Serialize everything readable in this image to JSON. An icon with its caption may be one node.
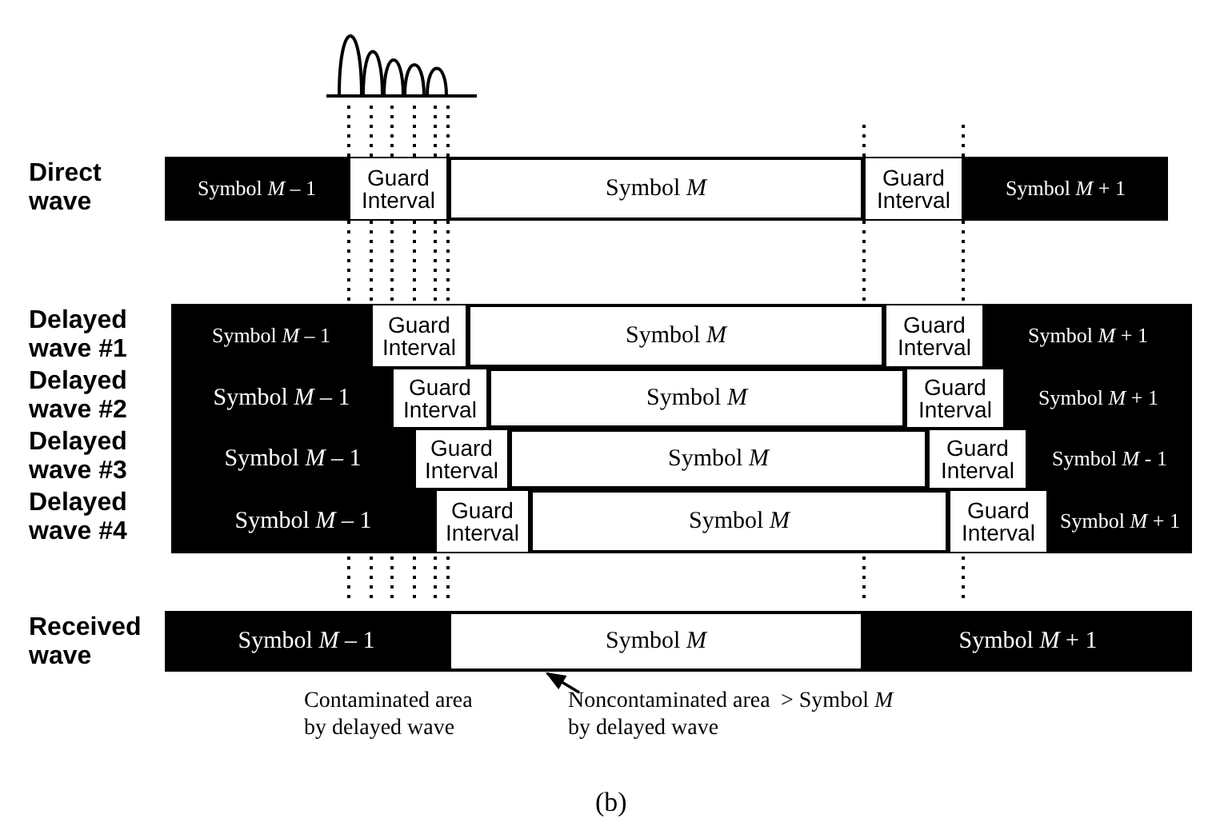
{
  "diagram": {
    "nodes": [
      {
        "text": [
          "Symbol *M* – 1"
        ]
      },
      {
        "text": [
          "Guard Interval"
        ]
      },
      {
        "text": [
          "Symbol *M*"
        ]
      },
      {
        "text": [
          "Guard Interval"
        ]
      },
      {
        "text": [
          "Symbol *M* + 1"
        ]
      },
      {
        "text": [
          "Symbol *M* – 1"
        ]
      },
      {
        "text": [
          "Guard Interval"
        ]
      },
      {
        "text": [
          "Symbol *M*"
        ]
      },
      {
        "text": [
          "Guard Interval"
        ]
      },
      {
        "text": [
          "Symbol *M* + 1"
        ]
      },
      {
        "text": [
          "Symbol *M* – 1"
        ]
      },
      {
        "text": [
          "Guard Interval"
        ]
      },
      {
        "text": [
          "Symbol *M*"
        ]
      },
      {
        "text": [
          "Guard Interval"
        ]
      },
      {
        "text": [
          "Symbol *M* + 1"
        ]
      },
      {
        "text": [
          "Symbol *M* – 1"
        ]
      },
      {
        "text": [
          "Guard Interval"
        ]
      },
      {
        "text": [
          "Symbol *M*"
        ]
      },
      {
        "text": [
          "Guard Interval"
        ]
      },
      {
        "text": [
          "Symbol *M* - 1"
        ]
      },
      {
        "text": [
          "Symbol *M* – 1"
        ]
      },
      {
        "text": [
          "Guard Interval"
        ]
      },
      {
        "text": [
          "Symbol *M*"
        ]
      },
      {
        "text": [
          "Guard Interval"
        ]
      },
      {
        "text": [
          "Symbol *M* + 1"
        ]
      },
      {
        "text": [
          "Symbol *M* – 1"
        ]
      },
      {
        "text": [
          "Symbol *M*"
        ]
      },
      {
        "text": [
          "Symbol *M* + 1"
        ]
      },
      {
        "text": [
          "Noncontaminated area by delayed wave"
        ]
      }
    ],
    "edges": [
      {
        "from": 28,
        "to": 26,
        "arrow": "to"
      }
    ],
    "labels": [
      "Direct wave",
      "Delayed wave #1",
      "Delayed wave #2",
      "Delayed wave #3",
      "Delayed wave #4",
      "Received wave",
      "Contaminated area by delayed wave",
      "> Symbol *M*",
      "(b)"
    ]
  }
}
